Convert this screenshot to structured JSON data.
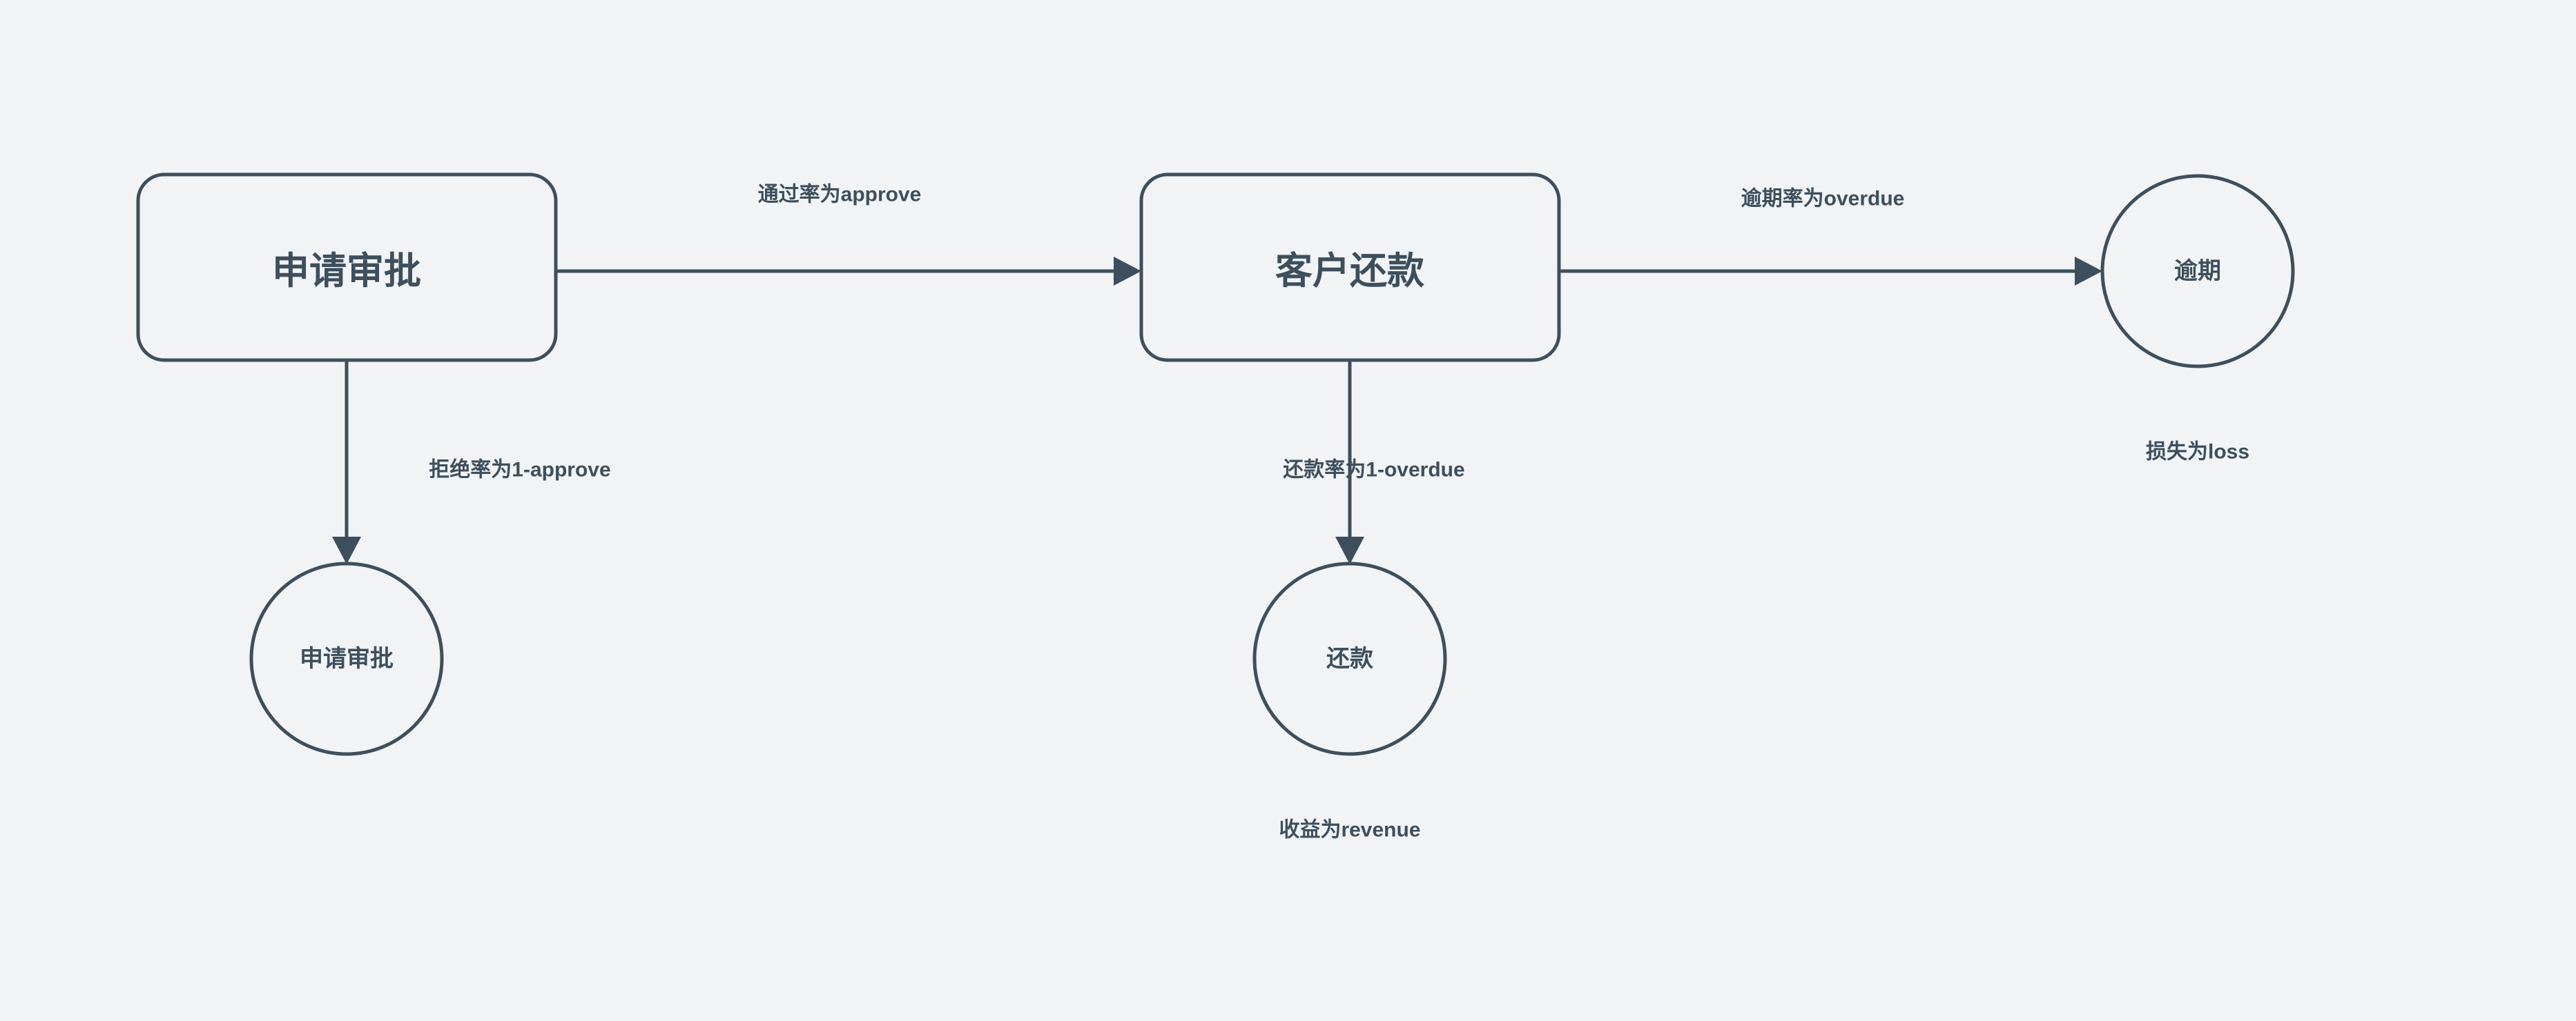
{
  "diagram": {
    "colors": {
      "background": "#f1f3f5",
      "stroke": "#3d4f5c",
      "text": "#3d4f5c",
      "node_fill": "#f1f3f5"
    },
    "nodes": [
      {
        "id": "apply",
        "shape": "rounded-rect",
        "label": "申请审批"
      },
      {
        "id": "repay",
        "shape": "rounded-rect",
        "label": "客户还款"
      },
      {
        "id": "rejected",
        "shape": "circle",
        "label": "申请审批"
      },
      {
        "id": "repaid",
        "shape": "circle",
        "label": "还款"
      },
      {
        "id": "overdue",
        "shape": "circle",
        "label": "逾期"
      }
    ],
    "edges": [
      {
        "id": "apply-to-repay",
        "from": "apply",
        "to": "repay",
        "label": "通过率为approve"
      },
      {
        "id": "apply-to-rejected",
        "from": "apply",
        "to": "rejected",
        "label": "拒绝率为1-approve"
      },
      {
        "id": "repay-to-overdue",
        "from": "repay",
        "to": "overdue",
        "label": "逾期率为overdue"
      },
      {
        "id": "repay-to-repaid",
        "from": "repay",
        "to": "repaid",
        "label": "还款率为1-overdue"
      }
    ],
    "outcomes": [
      {
        "id": "overdue-outcome",
        "node": "overdue",
        "label": "损失为loss"
      },
      {
        "id": "repaid-outcome",
        "node": "repaid",
        "label": "收益为revenue"
      }
    ]
  }
}
